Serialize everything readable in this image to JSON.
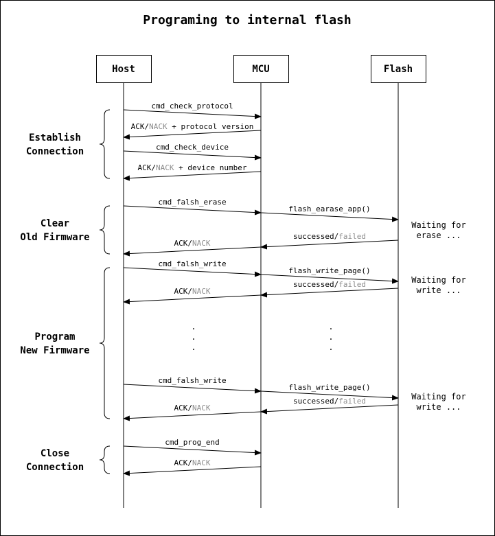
{
  "title": "Programing to internal flash",
  "participants": [
    "Host",
    "MCU",
    "Flash"
  ],
  "phases": [
    {
      "lines": [
        "Establish",
        "Connection"
      ]
    },
    {
      "lines": [
        "Clear",
        "Old Firmware"
      ]
    },
    {
      "lines": [
        "Program",
        "New Firmware"
      ]
    },
    {
      "lines": [
        "Close",
        "Connection"
      ]
    }
  ],
  "messages": [
    {
      "from": "Host",
      "to": "MCU",
      "parts": [
        {
          "text": "cmd_check_protocol"
        }
      ]
    },
    {
      "from": "MCU",
      "to": "Host",
      "parts": [
        {
          "text": "ACK/"
        },
        {
          "text": "NACK",
          "muted": true
        },
        {
          "text": " + protocol version"
        }
      ]
    },
    {
      "from": "Host",
      "to": "MCU",
      "parts": [
        {
          "text": "cmd_check_device"
        }
      ]
    },
    {
      "from": "MCU",
      "to": "Host",
      "parts": [
        {
          "text": "ACK/"
        },
        {
          "text": "NACK",
          "muted": true
        },
        {
          "text": " + device number"
        }
      ]
    },
    {
      "from": "Host",
      "to": "MCU",
      "parts": [
        {
          "text": "cmd_falsh_erase"
        }
      ]
    },
    {
      "from": "MCU",
      "to": "Flash",
      "parts": [
        {
          "text": "flash_earase_app()"
        }
      ]
    },
    {
      "from": "Flash",
      "to": "MCU",
      "parts": [
        {
          "text": "successed/"
        },
        {
          "text": "failed",
          "muted": true
        }
      ]
    },
    {
      "from": "MCU",
      "to": "Host",
      "parts": [
        {
          "text": "ACK/"
        },
        {
          "text": "NACK",
          "muted": true
        }
      ]
    },
    {
      "from": "Host",
      "to": "MCU",
      "parts": [
        {
          "text": "cmd_falsh_write"
        }
      ]
    },
    {
      "from": "MCU",
      "to": "Flash",
      "parts": [
        {
          "text": "flash_write_page()"
        }
      ]
    },
    {
      "from": "Flash",
      "to": "MCU",
      "parts": [
        {
          "text": "successed/"
        },
        {
          "text": "failed",
          "muted": true
        }
      ]
    },
    {
      "from": "MCU",
      "to": "Host",
      "parts": [
        {
          "text": "ACK/"
        },
        {
          "text": "NACK",
          "muted": true
        }
      ]
    },
    {
      "from": "Host",
      "to": "MCU",
      "parts": [
        {
          "text": "cmd_falsh_write"
        }
      ]
    },
    {
      "from": "MCU",
      "to": "Flash",
      "parts": [
        {
          "text": "flash_write_page()"
        }
      ]
    },
    {
      "from": "Flash",
      "to": "MCU",
      "parts": [
        {
          "text": "successed/"
        },
        {
          "text": "failed",
          "muted": true
        }
      ]
    },
    {
      "from": "MCU",
      "to": "Host",
      "parts": [
        {
          "text": "ACK/"
        },
        {
          "text": "NACK",
          "muted": true
        }
      ]
    },
    {
      "from": "Host",
      "to": "MCU",
      "parts": [
        {
          "text": "cmd_prog_end"
        }
      ]
    },
    {
      "from": "MCU",
      "to": "Host",
      "parts": [
        {
          "text": "ACK/"
        },
        {
          "text": "NACK",
          "muted": true
        }
      ]
    }
  ],
  "notes": [
    {
      "lines": [
        "Waiting for",
        "erase ..."
      ]
    },
    {
      "lines": [
        "Waiting for",
        "write ..."
      ]
    },
    {
      "lines": [
        "Waiting for",
        "write ..."
      ]
    }
  ],
  "ellipsis": "."
}
